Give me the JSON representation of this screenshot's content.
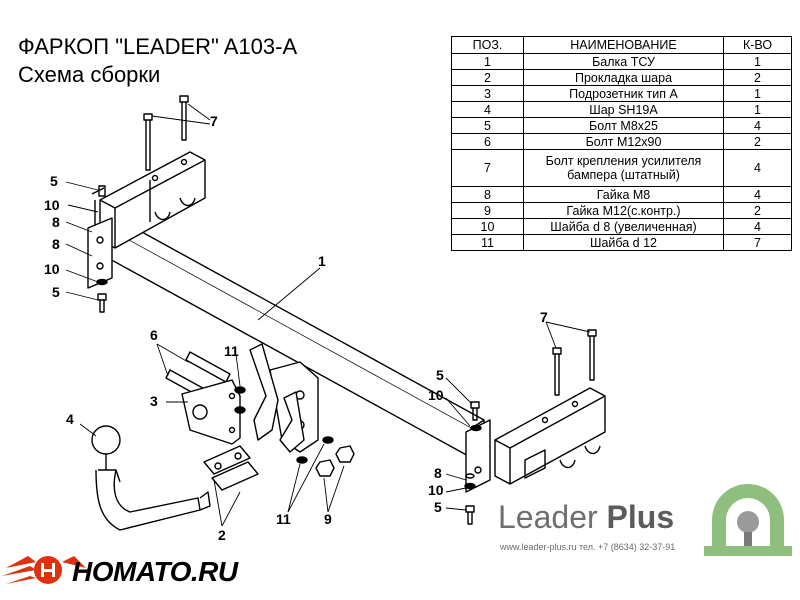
{
  "header": {
    "title": "ФАРКОП \"LEADER\" A103-A",
    "subtitle": "Схема сборки"
  },
  "parts_table": {
    "headers": [
      "ПОЗ.",
      "НАИМЕНОВАНИЕ",
      "К-ВО"
    ],
    "rows": [
      {
        "pos": "1",
        "name": "Балка ТСУ",
        "qty": "1"
      },
      {
        "pos": "2",
        "name": "Прокладка шара",
        "qty": "2"
      },
      {
        "pos": "3",
        "name": "Подрозетник тип А",
        "qty": "1"
      },
      {
        "pos": "4",
        "name": "Шар SH19A",
        "qty": "1"
      },
      {
        "pos": "5",
        "name": "Болт М8х25",
        "qty": "4"
      },
      {
        "pos": "6",
        "name": "Болт М12х90",
        "qty": "2"
      },
      {
        "pos": "7",
        "name": "Болт крепления усилителя бампера (штатный)",
        "qty": "4"
      },
      {
        "pos": "8",
        "name": "Гайка  М8",
        "qty": "4"
      },
      {
        "pos": "9",
        "name": "Гайка М12(с.контр.)",
        "qty": "2"
      },
      {
        "pos": "10",
        "name": "Шайба d 8 (увеличенная)",
        "qty": "4"
      },
      {
        "pos": "11",
        "name": "Шайба d 12",
        "qty": "7"
      }
    ]
  },
  "callouts": {
    "c1": "1",
    "c2": "2",
    "c3": "3",
    "c4": "4",
    "c5a": "5",
    "c5b": "5",
    "c5c": "5",
    "c5d": "5",
    "c6": "6",
    "c7a": "7",
    "c7b": "7",
    "c8a": "8",
    "c8b": "8",
    "c8c": "8",
    "c9": "9",
    "c10a": "10",
    "c10b": "10",
    "c10c": "10",
    "c10d": "10",
    "c11a": "11",
    "c11b": "11"
  },
  "brand": {
    "name_part1": "Leader",
    "name_part2": "Plus",
    "contacts": "www.leader-plus.ru   тел. +7 (8634) 32-37-91",
    "logo_icon": "leader-plus-ball-logo-icon"
  },
  "watermark": {
    "text": "HOMATO.RU",
    "logo_icon": "homato-winged-logo-icon"
  },
  "colors": {
    "line": "#000000",
    "logo_green": "#8fbf7f",
    "brand_gray": "#6f6f6f"
  }
}
